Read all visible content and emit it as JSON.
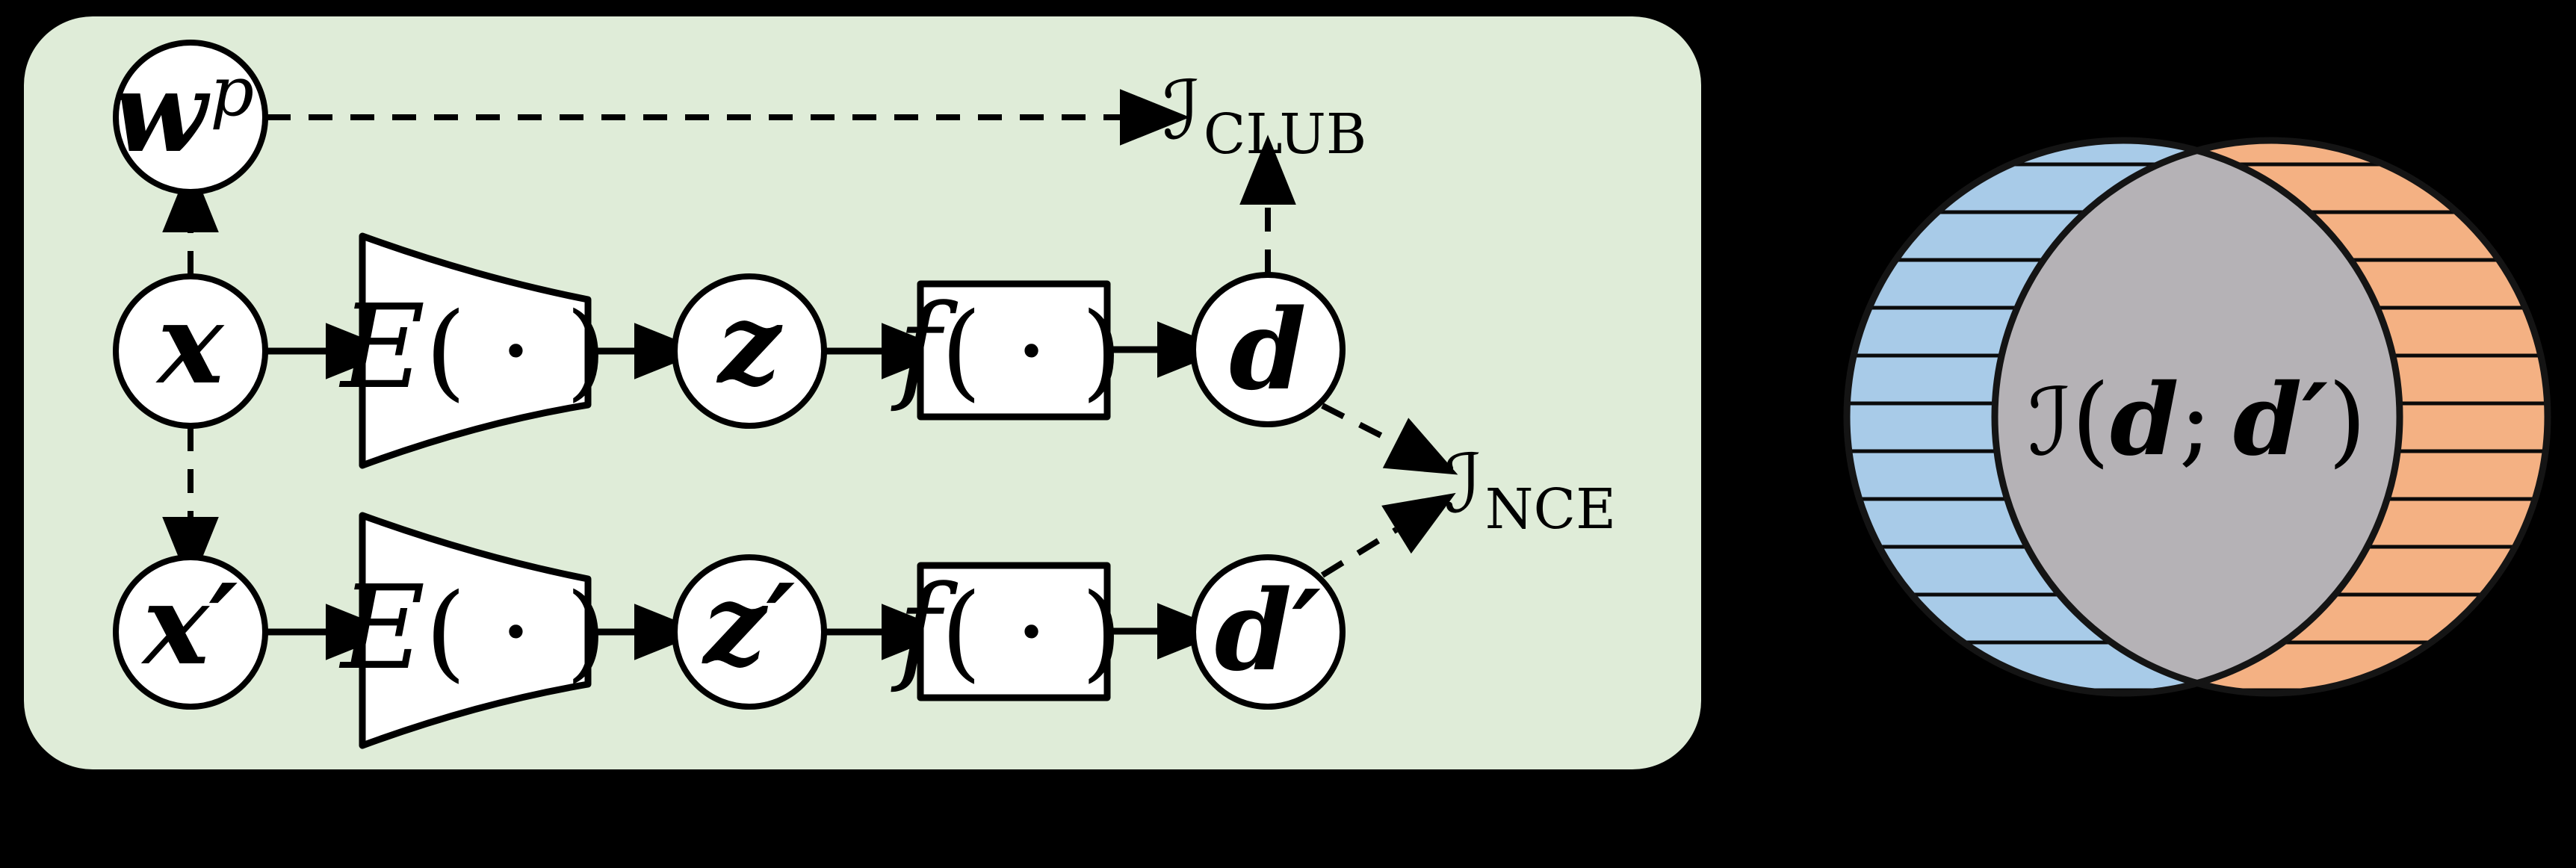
{
  "figure": {
    "background": "#000000"
  },
  "panel": {
    "fill": "#dfecd8"
  },
  "nodes": {
    "wp_base": "w",
    "wp_sup": "p",
    "x": "x",
    "x_prime": "x′",
    "z": "z",
    "z_prime": "z′",
    "d": "d",
    "d_prime": "d′"
  },
  "blocks": {
    "encoder_letter": "E",
    "encoder_args": "( · )",
    "head_letter": "f",
    "head_args": "( · )"
  },
  "losses": {
    "club_symbol": "ℐ",
    "club_subscript": "CLUB",
    "nce_symbol": "ℐ",
    "nce_subscript": "NCE"
  },
  "venn": {
    "blue_fill": "#a8cbe8",
    "orange_fill": "#f4b183",
    "overlap_fill": "#b5b2b6",
    "label": {
      "symbol": "ℐ",
      "open": "(",
      "first": "d",
      "separator": ";",
      "second": "d′",
      "close": ")"
    }
  }
}
